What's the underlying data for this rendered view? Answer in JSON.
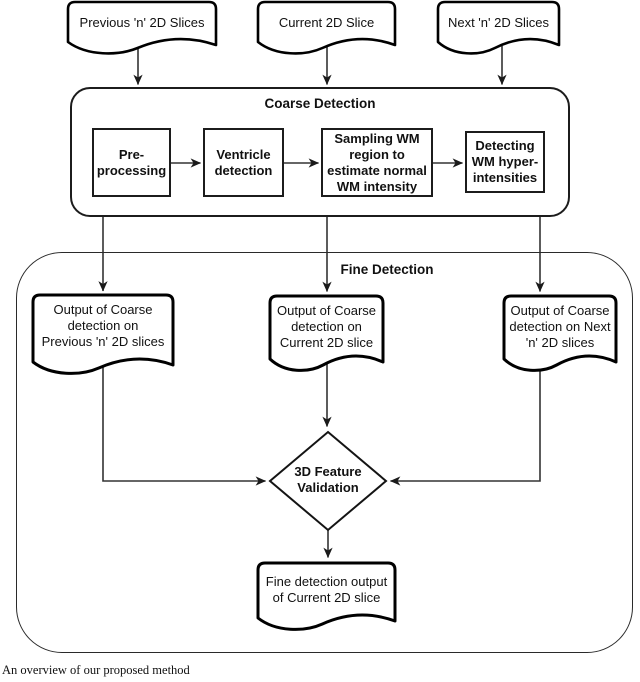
{
  "figure": {
    "caption": "An overview of our proposed method"
  },
  "inputs": {
    "previous": "Previous 'n' 2D Slices",
    "current": "Current 2D Slice",
    "next": "Next 'n' 2D Slices"
  },
  "coarse": {
    "title": "Coarse Detection",
    "steps": [
      {
        "label": "Pre-\nprocessing"
      },
      {
        "label": "Ventricle\ndetection"
      },
      {
        "label": "Sampling WM\nregion to\nestimate normal\nWM intensity"
      },
      {
        "label": "Detecting\nWM hyper-\nintensities"
      }
    ]
  },
  "fine": {
    "title": "Fine Detection",
    "outputs": [
      {
        "label": "Output of Coarse\ndetection on\nPrevious 'n' 2D slices"
      },
      {
        "label": "Output of Coarse\ndetection on\nCurrent 2D slice"
      },
      {
        "label": "Output of Coarse\ndetection on Next\n'n' 2D slices"
      }
    ],
    "validation": "3D Feature\nValidation",
    "result": "Fine detection output\nof Current 2D slice"
  },
  "colors": {
    "ink": "#000000",
    "background": "#ffffff"
  }
}
